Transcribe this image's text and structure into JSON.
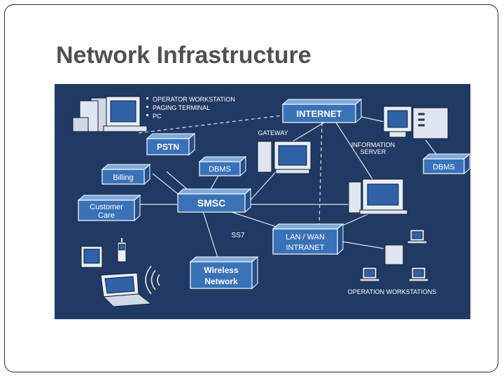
{
  "slide": {
    "title": "Network Infrastructure"
  },
  "diagram": {
    "legend": [
      "OPERATOR WORKSTATION",
      "PAGING TERMINAL",
      "PC"
    ],
    "nodes": {
      "internet": "INTERNET",
      "pstn": "PSTN",
      "dbms_left": "DBMS",
      "dbms_right": "DBMS",
      "billing": "Billing",
      "customer_care_line1": "Customer",
      "customer_care_line2": "Care",
      "smsc": "SMSC",
      "lan_wan_line1": "LAN / WAN",
      "lan_wan_line2": "INTRANET",
      "wireless_line1": "Wireless",
      "wireless_line2": "Network"
    },
    "labels": {
      "gateway": "GATEWAY",
      "info_server_line1": "INFORMATION",
      "info_server_line2": "SERVER",
      "ss7": "SS7",
      "operation_workstations": "OPERATION WORKSTATIONS"
    },
    "colors": {
      "background": "#203a63",
      "box_front": "#3a72b8",
      "box_top": "#7fa9dc",
      "box_side": "#24508c"
    }
  }
}
